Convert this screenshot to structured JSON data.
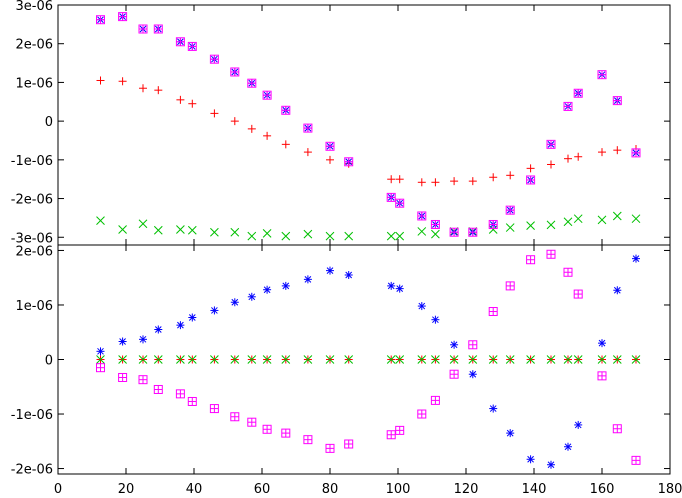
{
  "chart_data": [
    {
      "type": "scatter",
      "title": "",
      "xlabel": "",
      "ylabel": "",
      "xlim": [
        0,
        180
      ],
      "ylim": [
        -3.2e-06,
        3e-06
      ],
      "grid": false,
      "yticks": [
        -3e-06,
        -2e-06,
        -1e-06,
        0,
        1e-06,
        2e-06,
        3e-06
      ],
      "ytick_labels": [
        "-3e-06",
        "-2e-06",
        "-1e-06",
        "0",
        "1e-06",
        "2e-06",
        "3e-06"
      ],
      "series": [
        {
          "marker": "plus",
          "color": "#ff0000",
          "points": [
            [
              12.5,
              1.05e-06
            ],
            [
              19,
              1.03e-06
            ],
            [
              25,
              8.5e-07
            ],
            [
              29.5,
              8e-07
            ],
            [
              36,
              5.5e-07
            ],
            [
              39.5,
              4.5e-07
            ],
            [
              46,
              2e-07
            ],
            [
              52,
              0.0
            ],
            [
              57,
              -2e-07
            ],
            [
              61.5,
              -3.8e-07
            ],
            [
              67,
              -6e-07
            ],
            [
              73.5,
              -8e-07
            ],
            [
              80,
              -1e-06
            ],
            [
              85.5,
              -1.1e-06
            ],
            [
              98,
              -1.5e-06
            ],
            [
              100.5,
              -1.5e-06
            ],
            [
              107,
              -1.58e-06
            ],
            [
              111,
              -1.58e-06
            ],
            [
              116.5,
              -1.55e-06
            ],
            [
              122,
              -1.55e-06
            ],
            [
              128,
              -1.45e-06
            ],
            [
              133,
              -1.4e-06
            ],
            [
              139,
              -1.22e-06
            ],
            [
              145,
              -1.12e-06
            ],
            [
              150,
              -9.7e-07
            ],
            [
              153,
              -9.2e-07
            ],
            [
              160,
              -8e-07
            ],
            [
              164.5,
              -7.5e-07
            ],
            [
              170,
              -7.2e-07
            ]
          ]
        },
        {
          "marker": "cross",
          "color": "#00c000",
          "points": [
            [
              12.5,
              -2.57e-06
            ],
            [
              19,
              -2.8e-06
            ],
            [
              25,
              -2.65e-06
            ],
            [
              29.5,
              -2.82e-06
            ],
            [
              36,
              -2.8e-06
            ],
            [
              39.5,
              -2.82e-06
            ],
            [
              46,
              -2.87e-06
            ],
            [
              52,
              -2.87e-06
            ],
            [
              57,
              -2.97e-06
            ],
            [
              61.5,
              -2.9e-06
            ],
            [
              67,
              -2.97e-06
            ],
            [
              73.5,
              -2.92e-06
            ],
            [
              80,
              -2.97e-06
            ],
            [
              85.5,
              -2.97e-06
            ],
            [
              98,
              -2.97e-06
            ],
            [
              100.5,
              -2.97e-06
            ],
            [
              107,
              -2.85e-06
            ],
            [
              111,
              -2.92e-06
            ],
            [
              116.5,
              -2.85e-06
            ],
            [
              122,
              -2.85e-06
            ],
            [
              128,
              -2.8e-06
            ],
            [
              133,
              -2.75e-06
            ],
            [
              139,
              -2.7e-06
            ],
            [
              145,
              -2.68e-06
            ],
            [
              150,
              -2.6e-06
            ],
            [
              153,
              -2.52e-06
            ],
            [
              160,
              -2.55e-06
            ],
            [
              164.5,
              -2.45e-06
            ],
            [
              170,
              -2.52e-06
            ]
          ]
        },
        {
          "marker": "star",
          "color": "#0000ff",
          "points": [
            [
              12.5,
              2.62e-06
            ],
            [
              19,
              2.7e-06
            ],
            [
              25,
              2.38e-06
            ],
            [
              29.5,
              2.38e-06
            ],
            [
              36,
              2.05e-06
            ],
            [
              39.5,
              1.93e-06
            ],
            [
              46,
              1.6e-06
            ],
            [
              52,
              1.27e-06
            ],
            [
              57,
              9.8e-07
            ],
            [
              61.5,
              6.7e-07
            ],
            [
              67,
              2.8e-07
            ],
            [
              73.5,
              -1.8e-07
            ],
            [
              80,
              -6.5e-07
            ],
            [
              85.5,
              -1.05e-06
            ],
            [
              98,
              -1.97e-06
            ],
            [
              100.5,
              -2.12e-06
            ],
            [
              107,
              -2.45e-06
            ],
            [
              111,
              -2.67e-06
            ],
            [
              116.5,
              -2.87e-06
            ],
            [
              122,
              -2.87e-06
            ],
            [
              128,
              -2.67e-06
            ],
            [
              133,
              -2.3e-06
            ],
            [
              139,
              -1.52e-06
            ],
            [
              145,
              -6e-07
            ],
            [
              150,
              3.8e-07
            ],
            [
              153,
              7.2e-07
            ],
            [
              160,
              1.2e-06
            ],
            [
              164.5,
              5.3e-07
            ],
            [
              170,
              -8.2e-07
            ]
          ]
        },
        {
          "marker": "box",
          "color": "#ff00ff",
          "points": [
            [
              12.5,
              2.62e-06
            ],
            [
              19,
              2.7e-06
            ],
            [
              25,
              2.38e-06
            ],
            [
              29.5,
              2.38e-06
            ],
            [
              36,
              2.05e-06
            ],
            [
              39.5,
              1.93e-06
            ],
            [
              46,
              1.6e-06
            ],
            [
              52,
              1.27e-06
            ],
            [
              57,
              9.8e-07
            ],
            [
              61.5,
              6.7e-07
            ],
            [
              67,
              2.8e-07
            ],
            [
              73.5,
              -1.8e-07
            ],
            [
              80,
              -6.5e-07
            ],
            [
              85.5,
              -1.05e-06
            ],
            [
              98,
              -1.97e-06
            ],
            [
              100.5,
              -2.12e-06
            ],
            [
              107,
              -2.45e-06
            ],
            [
              111,
              -2.67e-06
            ],
            [
              116.5,
              -2.87e-06
            ],
            [
              122,
              -2.87e-06
            ],
            [
              128,
              -2.67e-06
            ],
            [
              133,
              -2.3e-06
            ],
            [
              139,
              -1.52e-06
            ],
            [
              145,
              -6e-07
            ],
            [
              150,
              3.8e-07
            ],
            [
              153,
              7.2e-07
            ],
            [
              160,
              1.2e-06
            ],
            [
              164.5,
              5.3e-07
            ],
            [
              170,
              -8.2e-07
            ]
          ]
        }
      ]
    },
    {
      "type": "scatter",
      "title": "",
      "xlabel": "",
      "ylabel": "",
      "xlim": [
        0,
        180
      ],
      "ylim": [
        -2.1e-06,
        2.1e-06
      ],
      "grid": false,
      "xticks": [
        0,
        20,
        40,
        60,
        80,
        100,
        120,
        140,
        160,
        180
      ],
      "xtick_labels": [
        "0",
        "20",
        "40",
        "60",
        "80",
        "100",
        "120",
        "140",
        "160",
        "180"
      ],
      "yticks": [
        -2e-06,
        -1e-06,
        0,
        1e-06,
        2e-06
      ],
      "ytick_labels": [
        "-2e-06",
        "-1e-06",
        "0",
        "1e-06",
        "2e-06"
      ],
      "series": [
        {
          "marker": "plus",
          "color": "#ff0000",
          "points": [
            [
              12.5,
              0
            ],
            [
              19,
              0
            ],
            [
              25,
              0
            ],
            [
              29.5,
              0
            ],
            [
              36,
              0
            ],
            [
              39.5,
              0
            ],
            [
              46,
              0
            ],
            [
              52,
              0
            ],
            [
              57,
              0
            ],
            [
              61.5,
              0
            ],
            [
              67,
              0
            ],
            [
              73.5,
              0
            ],
            [
              80,
              0
            ],
            [
              85.5,
              0
            ],
            [
              98,
              0
            ],
            [
              100.5,
              0
            ],
            [
              107,
              0
            ],
            [
              111,
              0
            ],
            [
              116.5,
              0
            ],
            [
              122,
              0
            ],
            [
              128,
              0
            ],
            [
              133,
              0
            ],
            [
              139,
              0
            ],
            [
              145,
              0
            ],
            [
              150,
              0
            ],
            [
              153,
              0
            ],
            [
              160,
              0
            ],
            [
              164.5,
              0
            ],
            [
              170,
              0
            ]
          ]
        },
        {
          "marker": "cross",
          "color": "#00c000",
          "points": [
            [
              12.5,
              0
            ],
            [
              19,
              0
            ],
            [
              25,
              0
            ],
            [
              29.5,
              0
            ],
            [
              36,
              0
            ],
            [
              39.5,
              0
            ],
            [
              46,
              0
            ],
            [
              52,
              0
            ],
            [
              57,
              0
            ],
            [
              61.5,
              0
            ],
            [
              67,
              0
            ],
            [
              73.5,
              0
            ],
            [
              80,
              0
            ],
            [
              85.5,
              0
            ],
            [
              98,
              0
            ],
            [
              100.5,
              0
            ],
            [
              107,
              0
            ],
            [
              111,
              0
            ],
            [
              116.5,
              0
            ],
            [
              122,
              0
            ],
            [
              128,
              0
            ],
            [
              133,
              0
            ],
            [
              139,
              0
            ],
            [
              145,
              0
            ],
            [
              150,
              0
            ],
            [
              153,
              0
            ],
            [
              160,
              0
            ],
            [
              164.5,
              0
            ],
            [
              170,
              0
            ]
          ]
        },
        {
          "marker": "star",
          "color": "#0000ff",
          "points": [
            [
              12.5,
              1.5e-07
            ],
            [
              19,
              3.3e-07
            ],
            [
              25,
              3.7e-07
            ],
            [
              29.5,
              5.5e-07
            ],
            [
              36,
              6.3e-07
            ],
            [
              39.5,
              7.7e-07
            ],
            [
              46,
              9e-07
            ],
            [
              52,
              1.05e-06
            ],
            [
              57,
              1.15e-06
            ],
            [
              61.5,
              1.28e-06
            ],
            [
              67,
              1.35e-06
            ],
            [
              73.5,
              1.47e-06
            ],
            [
              80,
              1.63e-06
            ],
            [
              85.5,
              1.55e-06
            ],
            [
              98,
              1.35e-06
            ],
            [
              100.5,
              1.3e-06
            ],
            [
              107,
              9.8e-07
            ],
            [
              111,
              7.3e-07
            ],
            [
              116.5,
              2.7e-07
            ],
            [
              122,
              -2.7e-07
            ],
            [
              128,
              -9e-07
            ],
            [
              133,
              -1.35e-06
            ],
            [
              139,
              -1.83e-06
            ],
            [
              145,
              -1.93e-06
            ],
            [
              150,
              -1.6e-06
            ],
            [
              153,
              -1.2e-06
            ],
            [
              160,
              3e-07
            ],
            [
              164.5,
              1.27e-06
            ],
            [
              170,
              1.85e-06
            ]
          ]
        },
        {
          "marker": "box",
          "color": "#ff00ff",
          "points": [
            [
              12.5,
              -1.5e-07
            ],
            [
              19,
              -3.3e-07
            ],
            [
              25,
              -3.7e-07
            ],
            [
              29.5,
              -5.5e-07
            ],
            [
              36,
              -6.3e-07
            ],
            [
              39.5,
              -7.7e-07
            ],
            [
              46,
              -9e-07
            ],
            [
              52,
              -1.05e-06
            ],
            [
              57,
              -1.15e-06
            ],
            [
              61.5,
              -1.28e-06
            ],
            [
              67,
              -1.35e-06
            ],
            [
              73.5,
              -1.47e-06
            ],
            [
              80,
              -1.63e-06
            ],
            [
              85.5,
              -1.55e-06
            ],
            [
              98,
              -1.38e-06
            ],
            [
              100.5,
              -1.3e-06
            ],
            [
              107,
              -1e-06
            ],
            [
              111,
              -7.5e-07
            ],
            [
              116.5,
              -2.7e-07
            ],
            [
              122,
              2.7e-07
            ],
            [
              128,
              8.8e-07
            ],
            [
              133,
              1.35e-06
            ],
            [
              139,
              1.83e-06
            ],
            [
              145,
              1.93e-06
            ],
            [
              150,
              1.6e-06
            ],
            [
              153,
              1.2e-06
            ],
            [
              160,
              -3e-07
            ],
            [
              164.5,
              -1.27e-06
            ],
            [
              170,
              -1.85e-06
            ]
          ]
        }
      ]
    }
  ]
}
